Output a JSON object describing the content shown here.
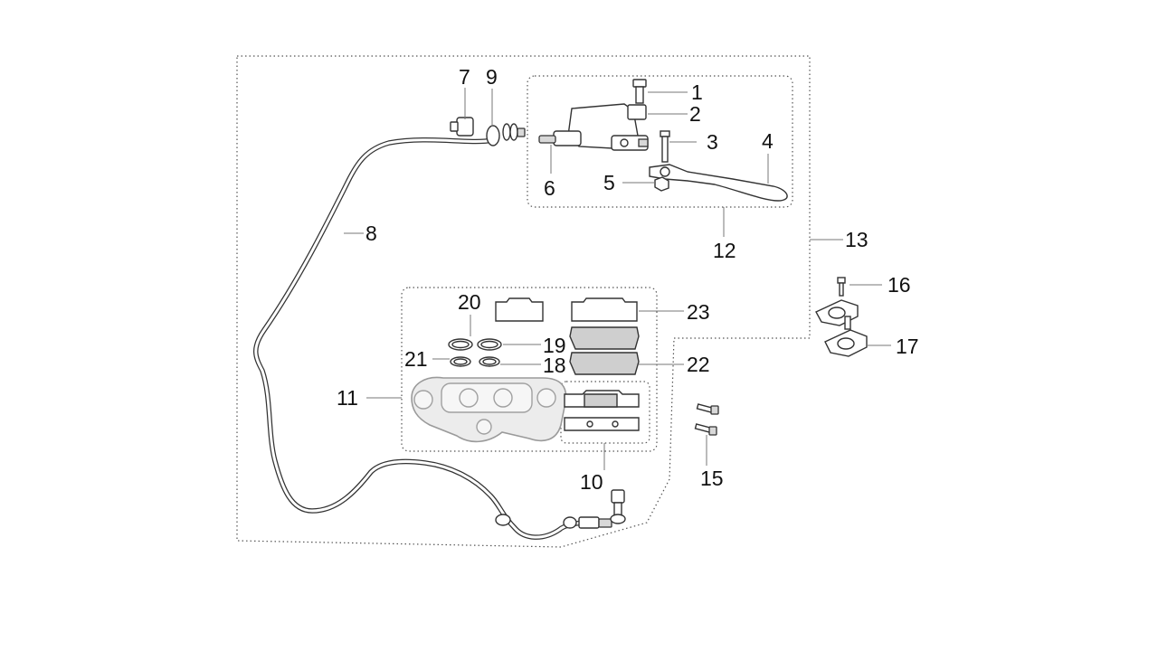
{
  "diagram": {
    "callouts": [
      "1",
      "2",
      "3",
      "4",
      "5",
      "6",
      "7",
      "8",
      "9",
      "10",
      "11",
      "12",
      "13",
      "15",
      "16",
      "17",
      "18",
      "19",
      "20",
      "21",
      "22",
      "23"
    ]
  },
  "colors": {
    "line": "#333333",
    "leader": "#777777",
    "pad": "#cfcfcf",
    "caliper": "#ececec",
    "background": "#ffffff"
  }
}
